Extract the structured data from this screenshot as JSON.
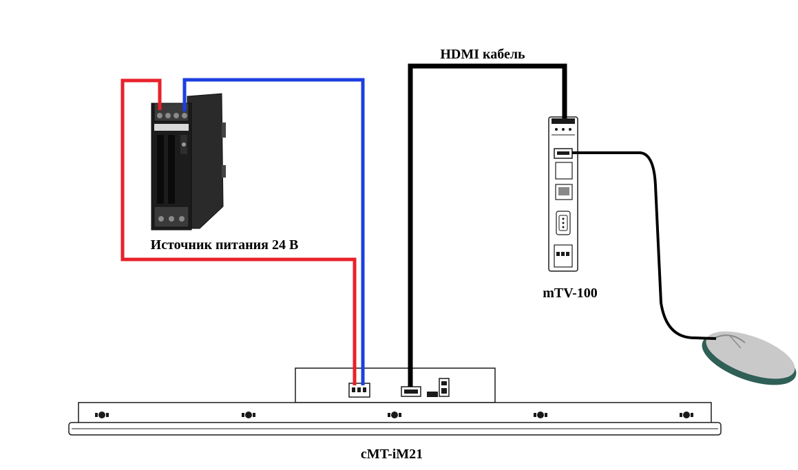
{
  "labels": {
    "hdmi_cable": "HDMI кабель",
    "power_supply": "Источник питания 24 В",
    "mtv": "mTV-100",
    "panel": "cMT-iM21"
  },
  "colors": {
    "positive_wire": "#e8212b",
    "negative_wire": "#1d3fe0",
    "hdmi_cable": "#000000",
    "device_body": "#1c1c1c",
    "outline": "#1a1a1a",
    "mouse_body": "#c9c9c9",
    "mouse_edge": "#2f5f57"
  }
}
